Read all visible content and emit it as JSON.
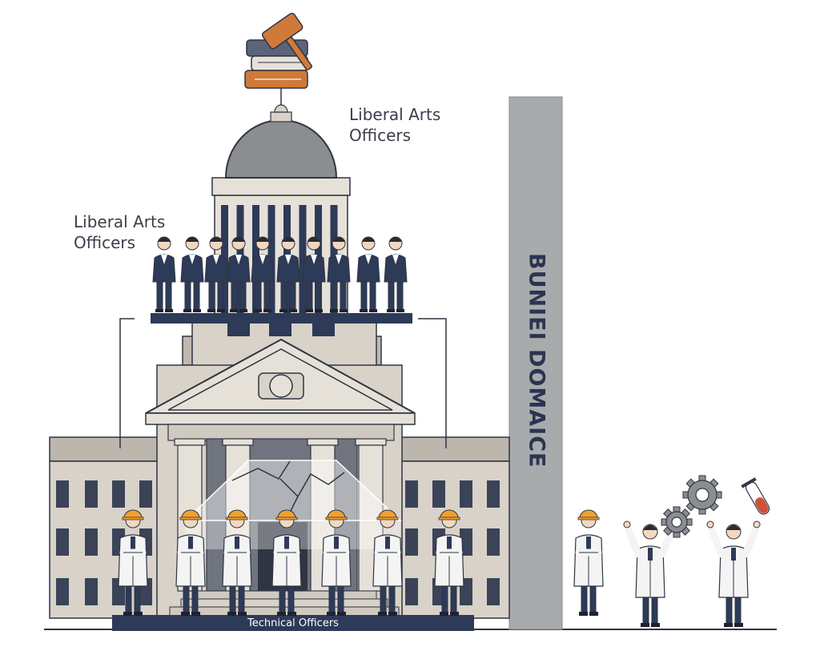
{
  "labels": {
    "top_group": [
      "Liberal Arts",
      "Officers"
    ],
    "left_group": [
      "Liberal Arts",
      "Officers"
    ],
    "bottom_group": "Technical Officers",
    "pillar": "BUNIEI DOMAICE"
  },
  "colors": {
    "outline": "#2f3542",
    "suit": "#2d3a58",
    "building": "#d8d2c9",
    "stone_light": "#e6e1d8",
    "dome": "#8c8d91",
    "pillar": "#a9aaac",
    "helmet": "#f0a030",
    "gavel": "#d07a3a",
    "book": "#5b6478",
    "window": "#3a4358"
  },
  "icons": {
    "gavel": "gavel-icon",
    "books": "books-icon",
    "gear": "gear-icon",
    "test_tube": "test-tube-icon"
  }
}
